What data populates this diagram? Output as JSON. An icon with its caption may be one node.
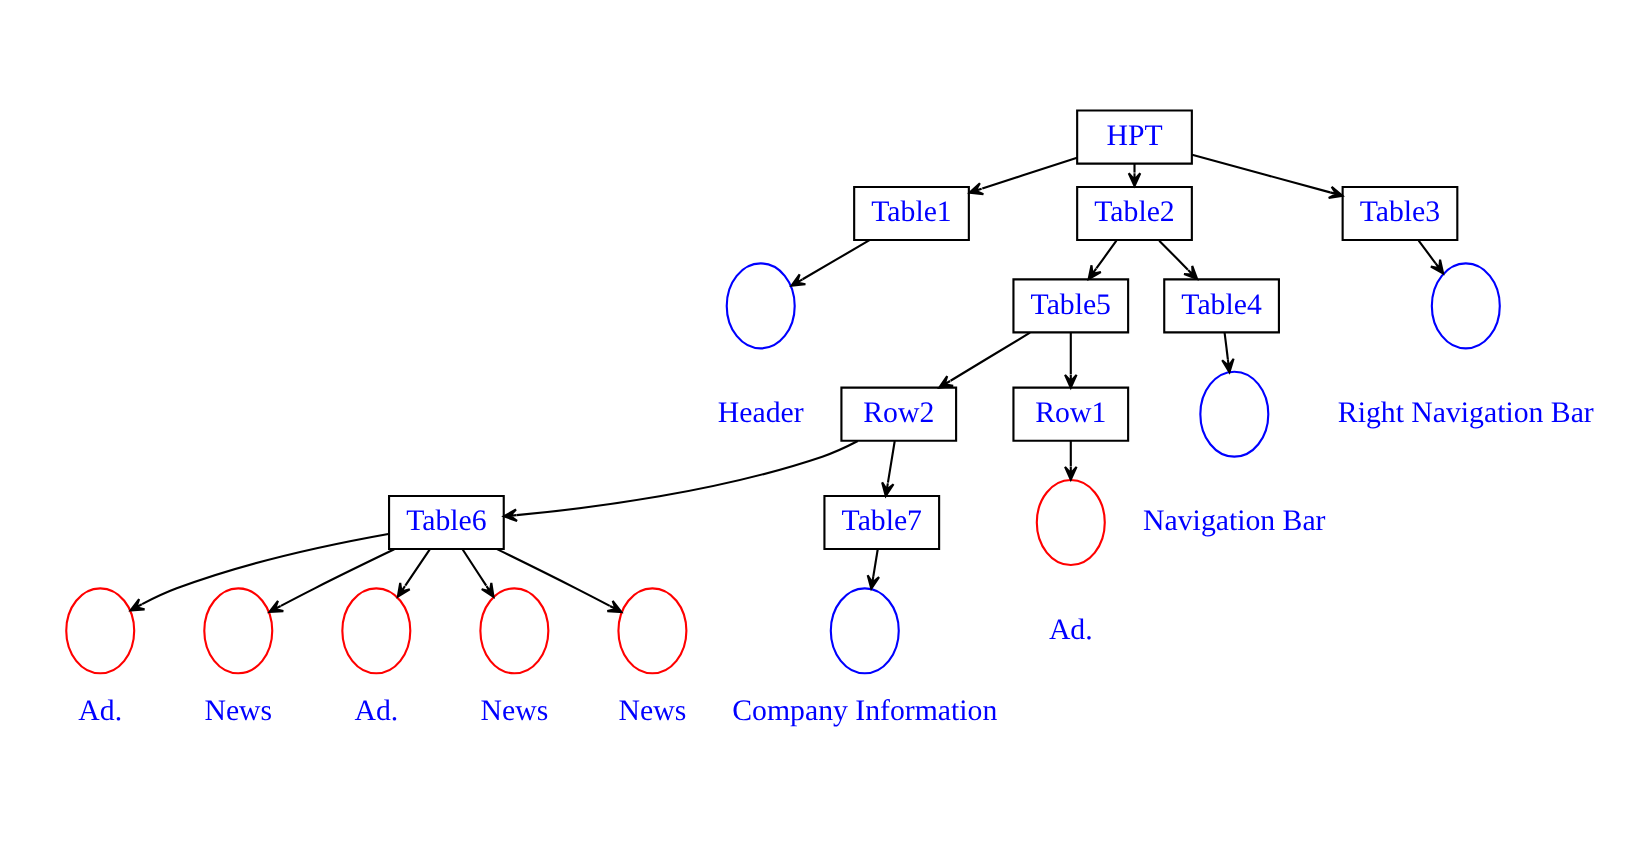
{
  "diagram": {
    "nodes": [
      {
        "text": [
          "HPT"
        ]
      },
      {
        "text": [
          "Table1"
        ]
      },
      {
        "text": [
          "Table2"
        ]
      },
      {
        "text": [
          "Table3"
        ]
      },
      {
        "text": [],
        "shape": "circle",
        "beside": [
          "Header"
        ]
      },
      {
        "text": [
          "Table4"
        ]
      },
      {
        "text": [
          "Table5"
        ]
      },
      {
        "text": [],
        "shape": "circle",
        "beside": [
          "Right Navigation Bar"
        ]
      },
      {
        "text": [],
        "shape": "circle",
        "beside": [
          "Navigation Bar"
        ]
      },
      {
        "text": [
          "Row1"
        ]
      },
      {
        "text": [
          "Row2"
        ]
      },
      {
        "text": [],
        "shape": "circle",
        "beside": [
          "Ad."
        ]
      },
      {
        "text": [
          "Table6"
        ]
      },
      {
        "text": [
          "Table7"
        ]
      },
      {
        "text": [],
        "shape": "circle",
        "beside": [
          "News"
        ]
      },
      {
        "text": [],
        "shape": "circle",
        "beside": [
          "Ad."
        ]
      },
      {
        "text": [],
        "shape": "circle",
        "beside": [
          "News"
        ]
      },
      {
        "text": [],
        "shape": "circle",
        "beside": [
          "Ad."
        ]
      },
      {
        "text": [],
        "shape": "circle",
        "beside": [
          "News"
        ]
      },
      {
        "text": [],
        "shape": "circle",
        "beside": [
          "Company Information"
        ]
      }
    ],
    "edges": [
      {
        "from": 0,
        "to": 1,
        "arrow": "to"
      },
      {
        "from": 0,
        "to": 2,
        "arrow": "to"
      },
      {
        "from": 0,
        "to": 3,
        "arrow": "to"
      },
      {
        "from": 1,
        "to": 4,
        "arrow": "to"
      },
      {
        "from": 2,
        "to": 5,
        "arrow": "to"
      },
      {
        "from": 2,
        "to": 6,
        "arrow": "to"
      },
      {
        "from": 3,
        "to": 7,
        "arrow": "to"
      },
      {
        "from": 5,
        "to": 8,
        "arrow": "to"
      },
      {
        "from": 6,
        "to": 9,
        "arrow": "to"
      },
      {
        "from": 6,
        "to": 10,
        "arrow": "to"
      },
      {
        "from": 9,
        "to": 11,
        "arrow": "to"
      },
      {
        "from": 10,
        "to": 12,
        "arrow": "to"
      },
      {
        "from": 10,
        "to": 13,
        "arrow": "to"
      },
      {
        "from": 12,
        "to": 14,
        "arrow": "to"
      },
      {
        "from": 12,
        "to": 15,
        "arrow": "to"
      },
      {
        "from": 12,
        "to": 16,
        "arrow": "to"
      },
      {
        "from": 12,
        "to": 17,
        "arrow": "to"
      },
      {
        "from": 12,
        "to": 18,
        "arrow": "to"
      },
      {
        "from": 13,
        "to": 19,
        "arrow": "to"
      }
    ]
  }
}
